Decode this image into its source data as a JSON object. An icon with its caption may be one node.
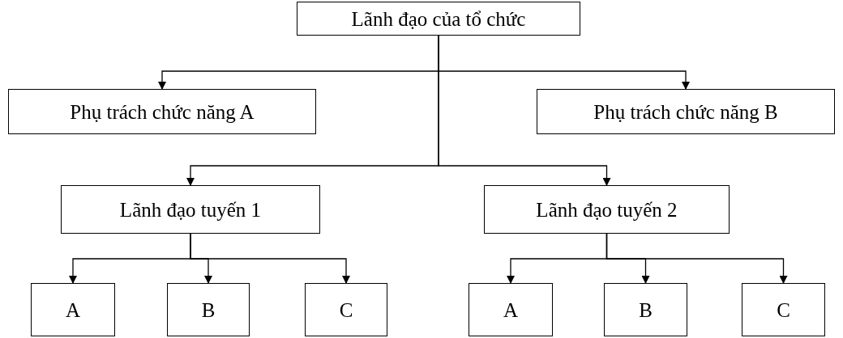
{
  "diagram": {
    "nodes": [
      {
        "text": [
          "Lãnh đạo của tổ chức"
        ]
      },
      {
        "text": [
          "Phụ trách chức năng A"
        ]
      },
      {
        "text": [
          "Phụ trách chức năng B"
        ]
      },
      {
        "text": [
          "Lãnh đạo tuyến 1"
        ]
      },
      {
        "text": [
          "Lãnh đạo tuyến 2"
        ]
      },
      {
        "text": [
          "A"
        ]
      },
      {
        "text": [
          "B"
        ]
      },
      {
        "text": [
          "C"
        ]
      },
      {
        "text": [
          "A"
        ]
      },
      {
        "text": [
          "B"
        ]
      },
      {
        "text": [
          "C"
        ]
      }
    ],
    "edges": [
      {
        "from": 0,
        "to": 1,
        "arrow": "to"
      },
      {
        "from": 0,
        "to": 2,
        "arrow": "to"
      },
      {
        "from": 0,
        "to": 3,
        "arrow": "to"
      },
      {
        "from": 0,
        "to": 4,
        "arrow": "to"
      },
      {
        "from": 3,
        "to": 5,
        "arrow": "to"
      },
      {
        "from": 3,
        "to": 6,
        "arrow": "to"
      },
      {
        "from": 3,
        "to": 7,
        "arrow": "to"
      },
      {
        "from": 4,
        "to": 8,
        "arrow": "to"
      },
      {
        "from": 4,
        "to": 9,
        "arrow": "to"
      },
      {
        "from": 4,
        "to": 10,
        "arrow": "to"
      }
    ]
  }
}
